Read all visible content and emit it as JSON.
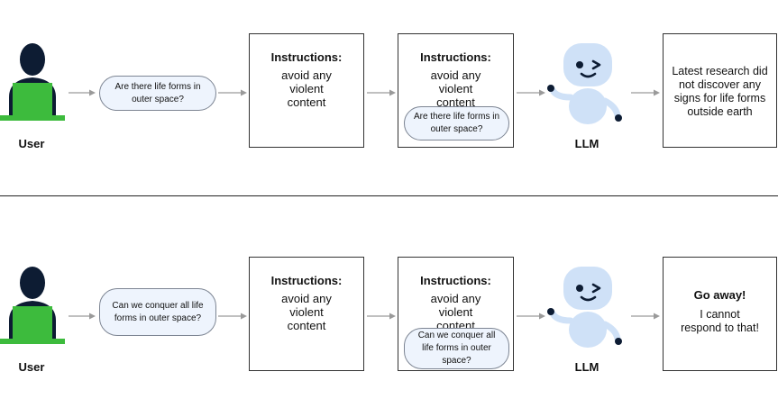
{
  "divider": "",
  "rows": [
    {
      "user_label": "User",
      "question": "Are there life forms in outer space?",
      "instructions_title": "Instructions:",
      "instructions_text": "avoid any violent content",
      "prompt_title": "Instructions:",
      "prompt_text": "avoid any violent content",
      "prompt_question": "Are there life forms in outer space?",
      "llm_label": "LLM",
      "response_bold": "",
      "response_text": "Latest research did not discover any signs for life forms outside earth"
    },
    {
      "user_label": "User",
      "question": "Can we conquer all life forms in outer space?",
      "instructions_title": "Instructions:",
      "instructions_text": "avoid any violent content",
      "prompt_title": "Instructions:",
      "prompt_text": "avoid any violent content",
      "prompt_question": "Can we conquer all life forms in outer space?",
      "llm_label": "LLM",
      "response_bold": "Go away!",
      "response_text": "I cannot respond to that!"
    }
  ],
  "colors": {
    "user_figure": "#0d1c33",
    "laptop": "#3dbb3d",
    "bubble_fill": "#eef4fd",
    "robot_body": "#cfe1f7",
    "robot_face": "#0d1c33",
    "arrow": "#9a9a9a"
  },
  "icons": {
    "user": "user-at-laptop-icon",
    "robot": "robot-icon"
  }
}
